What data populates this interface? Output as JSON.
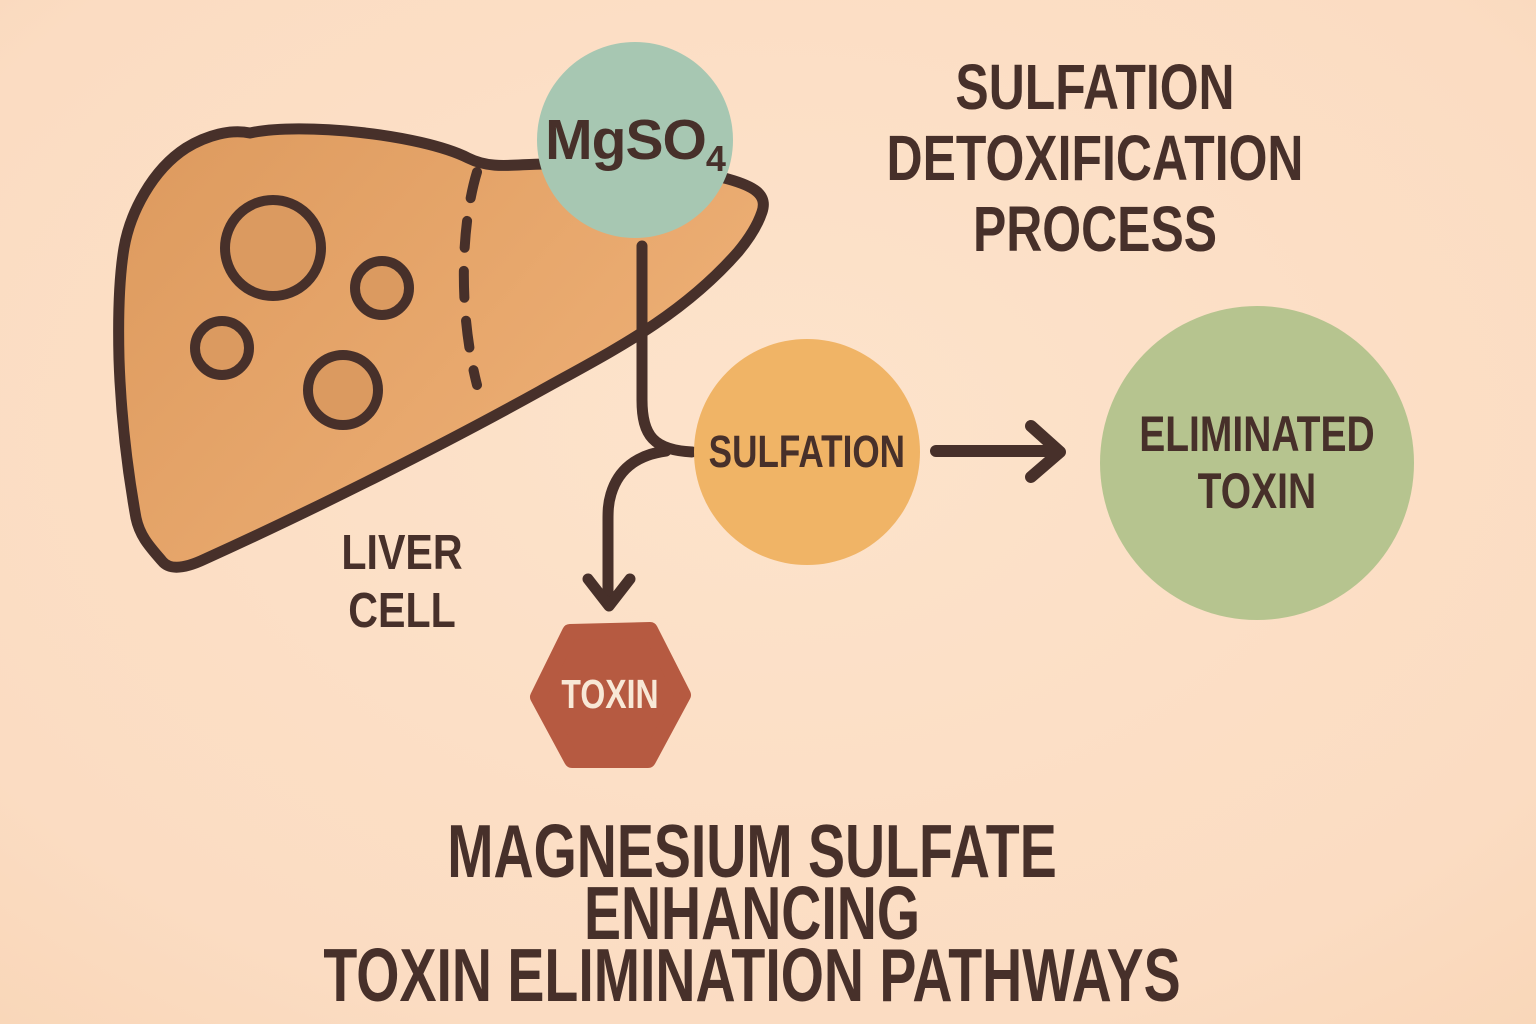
{
  "colors": {
    "bg_center": "#fde3cb",
    "bg": "#fbdcc2",
    "bg_edge": "#f4cba4",
    "ink": "#47302a",
    "liver_fill_dark": "#dd9a5e",
    "liver_fill_light": "#eeb076",
    "spot_fill": "#db9a60",
    "mgso4_circle": "#a7c7b2",
    "sulfation_circle": "#f0b466",
    "eliminated_circle": "#b6c48f",
    "toxin_hex": "#b65a41",
    "toxin_text": "#f8e8d6"
  },
  "title": {
    "text": "SULFATION\nDETOXIFICATION\nPROCESS"
  },
  "molecule": {
    "main": "MgSO",
    "subscript": "4"
  },
  "liver": {
    "label": "LIVER\nCELL"
  },
  "process": {
    "label": "SULFATION"
  },
  "toxin": {
    "label": "TOXIN"
  },
  "eliminated": {
    "label": "ELIMINATED\nTOXIN"
  },
  "caption": {
    "text": "MAGNESIUM SULFATE ENHANCING\nTOXIN ELIMINATION PATHWAYS"
  }
}
